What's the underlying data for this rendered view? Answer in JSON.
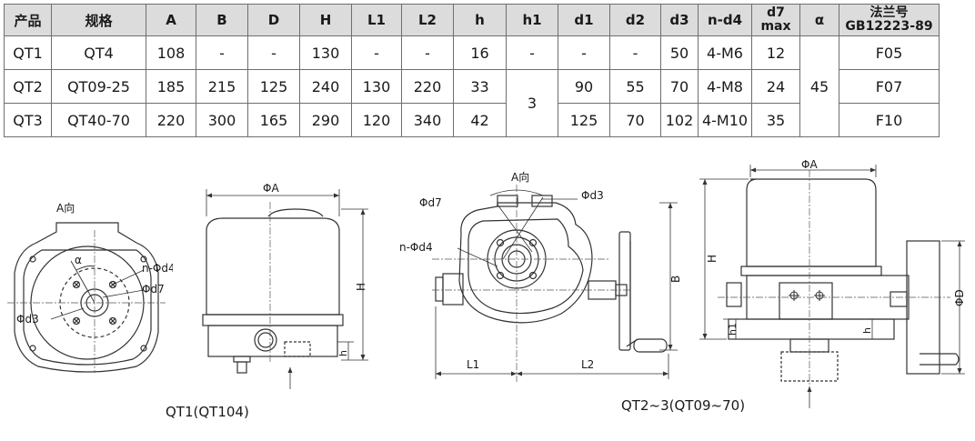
{
  "table": {
    "headers": [
      "产品",
      "规格",
      "A",
      "B",
      "D",
      "H",
      "L1",
      "L2",
      "h",
      "h1",
      "d1",
      "d2",
      "d3",
      "n-d4",
      "d7 max",
      "α",
      "法兰号 GB12223-89"
    ],
    "header_d7_line1": "d7",
    "header_d7_line2": "max",
    "header_flange_line1": "法兰号",
    "header_flange_line2": "GB12223-89",
    "rows": [
      [
        "QT1",
        "QT4",
        "108",
        "-",
        "-",
        "130",
        "-",
        "-",
        "16",
        "-",
        "-",
        "-",
        "50",
        "4-M6",
        "12",
        "",
        "F05"
      ],
      [
        "QT2",
        "QT09-25",
        "185",
        "215",
        "125",
        "240",
        "130",
        "220",
        "33",
        "",
        "90",
        "55",
        "70",
        "4-M8",
        "24",
        "",
        "F07"
      ],
      [
        "QT3",
        "QT40-70",
        "220",
        "300",
        "165",
        "290",
        "120",
        "340",
        "42",
        "",
        "125",
        "70",
        "102",
        "4-M10",
        "35",
        "",
        "F10"
      ]
    ],
    "h1_merged": "3",
    "alpha_merged": "45"
  },
  "drawing1": {
    "view_label": "A向",
    "alpha": "α",
    "n_d4": "n-Φd4",
    "d7": "Φd7",
    "d3": "Φd3"
  },
  "drawing2": {
    "dim_A": "ΦA",
    "dim_H": "H",
    "dim_h": "h"
  },
  "drawing3": {
    "view_label": "A向",
    "d7": "Φd7",
    "d3": "Φd3",
    "n_d4": "n-Φd4",
    "dim_B": "B",
    "dim_L1": "L1",
    "dim_L2": "L2"
  },
  "drawing4": {
    "dim_A": "ΦA",
    "dim_H": "H",
    "dim_h1": "h1",
    "dim_h": "h",
    "dim_D": "ΦD"
  },
  "captions": {
    "left": "QT1(QT104)",
    "right": "QT2~3(QT09~70)"
  }
}
